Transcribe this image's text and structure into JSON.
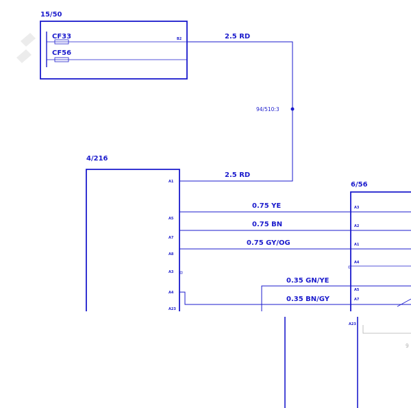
{
  "colors": {
    "line": "#1a1acc",
    "background": "#ffffff",
    "watermark": "#e8e8e8"
  },
  "components": {
    "c1550": {
      "label": "15/50",
      "fuse1": "CF33",
      "fuse2": "CF56",
      "pin": "B2"
    },
    "c4216": {
      "label": "4/216",
      "pins": [
        "A1",
        "A5",
        "A7",
        "A8",
        "A3",
        "A4",
        "A23"
      ]
    },
    "c656": {
      "label": "6/56",
      "pins": [
        "A3",
        "A2",
        "A1",
        "A4",
        "A5",
        "A7",
        "A23"
      ]
    }
  },
  "wires": {
    "w1": "2.5 RD",
    "w2": "2.5 RD",
    "w3": "0.75 YE",
    "w4": "0.75 BN",
    "w5": "0.75 GY/OG",
    "w6": "0.35 GN/YE",
    "w7": "0.35 BN/GY"
  },
  "splice": {
    "label": "94/510:3"
  },
  "partial": {
    "ref": "9"
  }
}
